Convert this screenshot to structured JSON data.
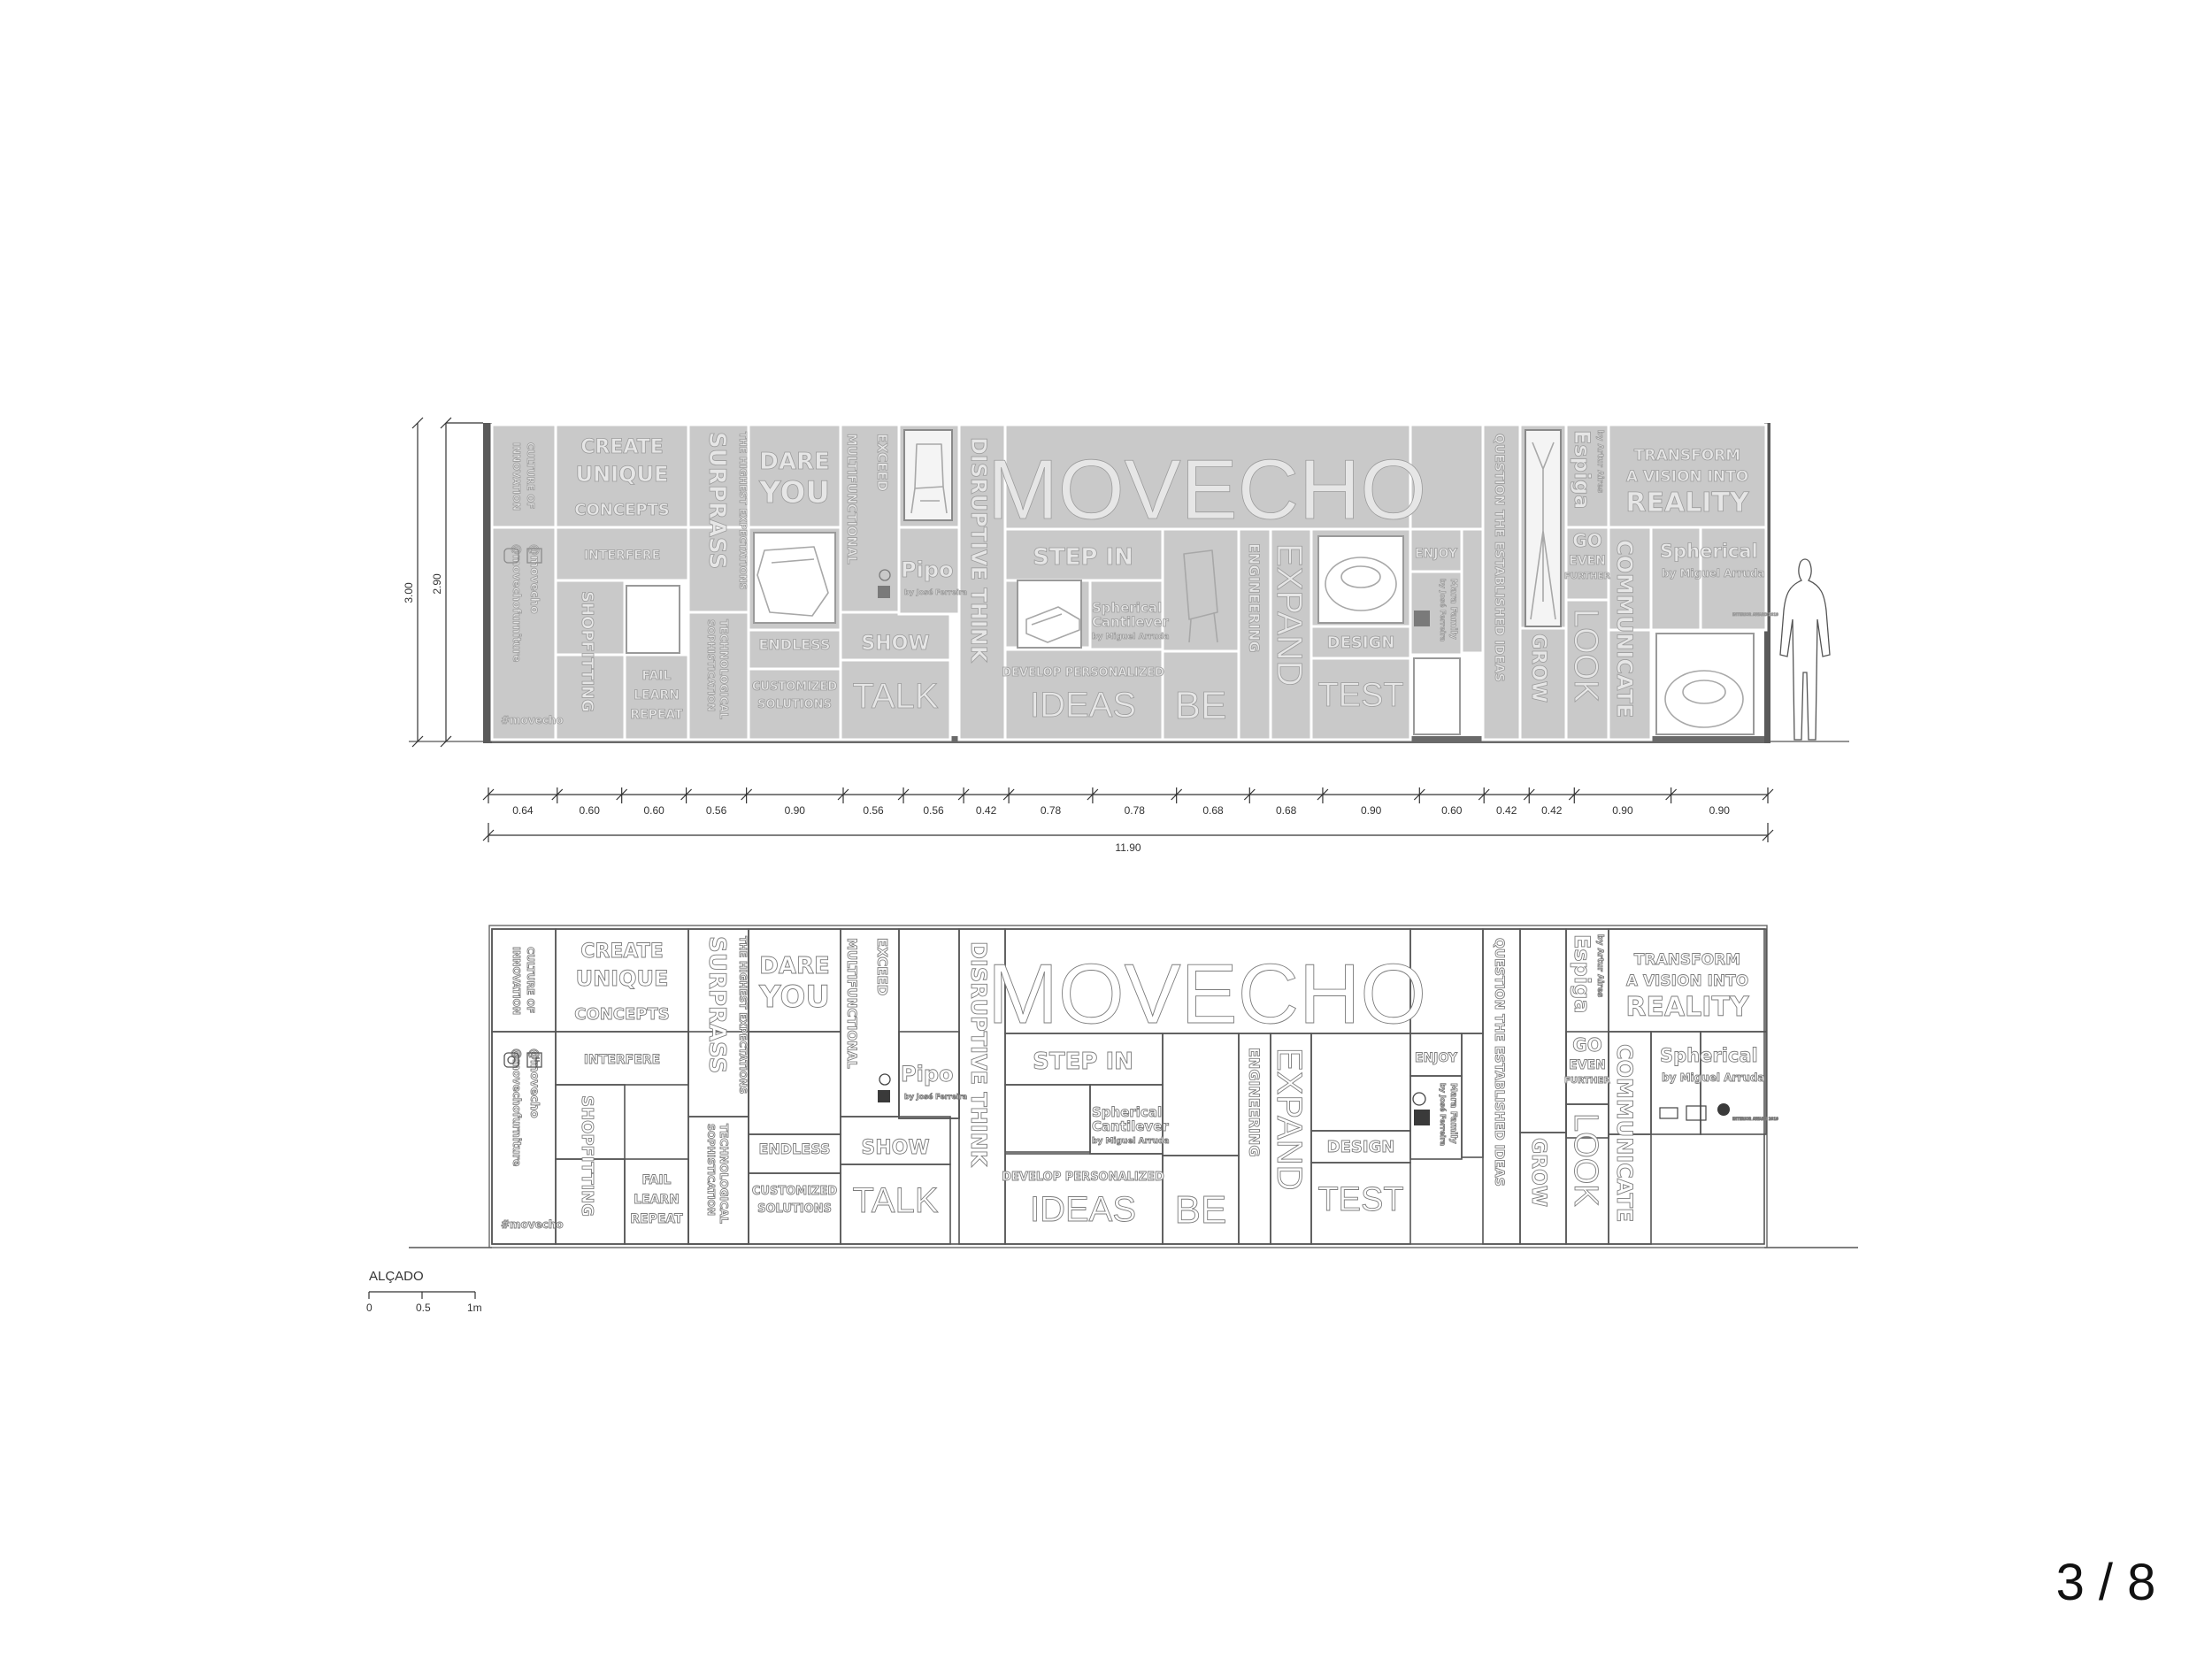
{
  "page_number": "3 / 8",
  "drawing_title": "ALÇADO",
  "scale_bar": {
    "labels": [
      "0",
      "0.5",
      "1m"
    ]
  },
  "heights": {
    "overall": "3.00",
    "panel": "2.90"
  },
  "widths": {
    "total": "11.90",
    "segments": [
      "0.64",
      "0.60",
      "0.60",
      "0.56",
      "0.90",
      "0.56",
      "0.56",
      "0.42",
      "0.78",
      "0.78",
      "0.68",
      "0.68",
      "0.90",
      "0.60",
      "0.42",
      "0.42",
      "0.90",
      "0.90"
    ]
  },
  "wall_text": {
    "culture": "CULTURE OF",
    "innovation": "INNOVATION",
    "create": "CREATE",
    "unique": "UNIQUE",
    "concepts": "CONCEPTS",
    "interfere": "INTERFERE",
    "handle": "@movecho",
    "site": "@movechofurniture",
    "hashtag": "#movecho",
    "shopfitting": "SHOPFITTING",
    "fail": "FAIL",
    "learn": "LEARN",
    "repeat": "REPEAT",
    "surpass": "SURPRASS",
    "highest": "THE HIGHEST EXPECTATIONS",
    "technological": "TECHNOLOGICAL",
    "sophistication": "SOPHISTICATION",
    "dare": "DARE",
    "you": "YOU",
    "multi": "MULTIFUNCTIONAL",
    "exceed": "EXCEED",
    "endless": "ENDLESS",
    "customized": "CUSTOMIZED",
    "solutions": "SOLUTIONS",
    "pipo": "Pipo",
    "pipo_by": "by José Ferreira",
    "show": "SHOW",
    "talk": "TALK",
    "disruptive": "DISRUPTIVE THINK",
    "movecho": "MOVECHO",
    "step_in": "STEP IN",
    "spherical_cant": "Spherical",
    "cantilever": "Cantilever",
    "cant_by": "by Miguel Arruda",
    "develop": "DEVELOP PERSONALIZED",
    "ideas": "IDEAS",
    "be": "BE",
    "engineering": "ENGINEERING",
    "expand": "EXPAND",
    "design": "DESIGN",
    "test": "TEST",
    "enjoy": "ENJOY",
    "mara": "Mara Family",
    "mara_by": "by José Ferreira",
    "question": "QUESTION THE ESTABLISHED IDEAS",
    "grow": "GROW",
    "espiga": "Espiga",
    "espiga_by": "by Artur Aires",
    "go": "GO",
    "even": "EVEN",
    "further": "FURTHER",
    "look": "LOOK",
    "transform": "TRANSFORM",
    "vision": "A VISION INTO",
    "reality": "REALITY",
    "spherical": "Spherical",
    "spherical_by": "by Miguel Arruda",
    "communicate": "COMMUNICATE",
    "award": "INTERIOR AWARD 2019"
  }
}
